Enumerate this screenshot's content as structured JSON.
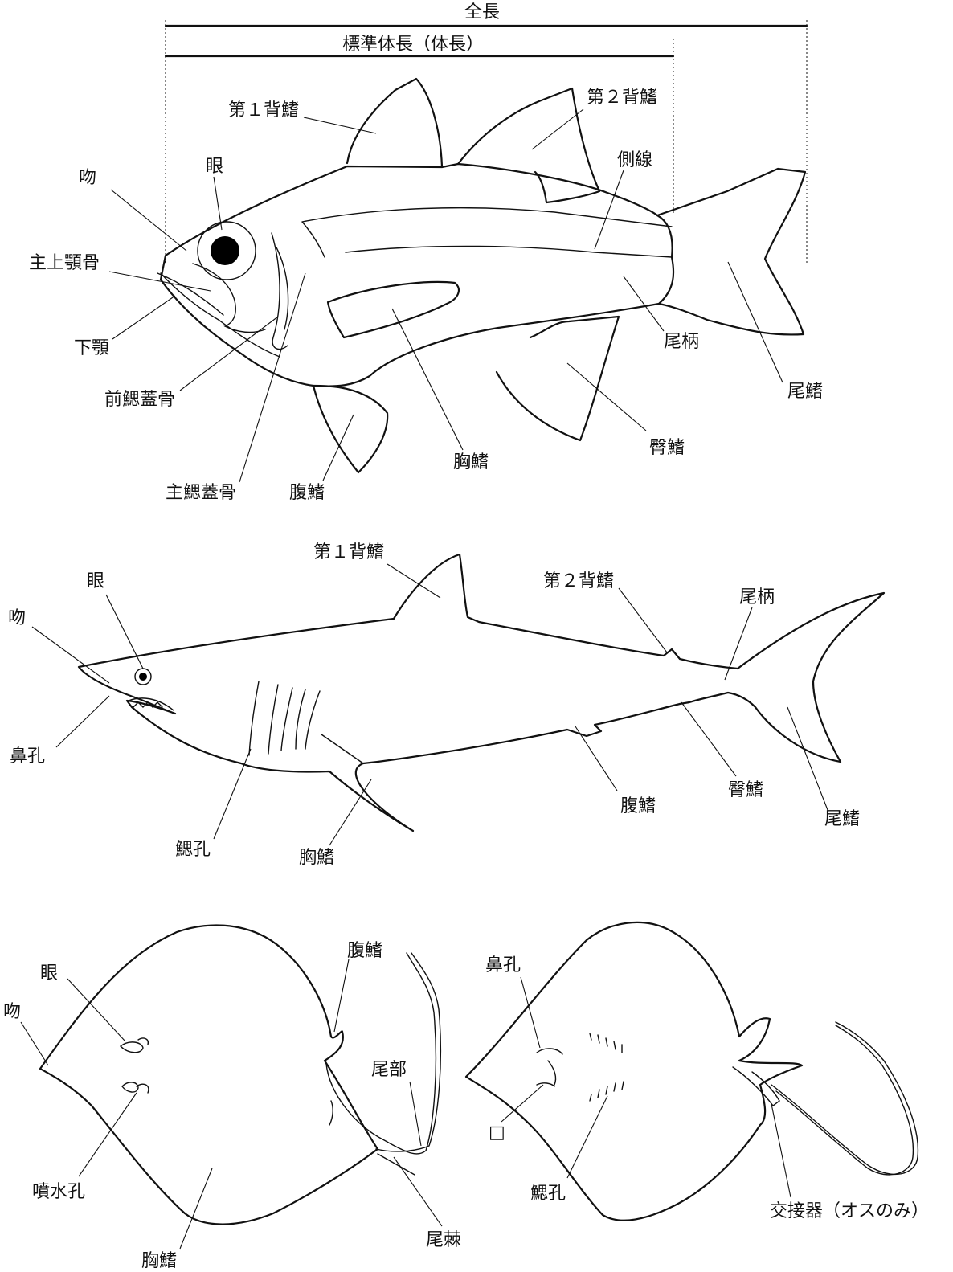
{
  "bony_fish": {
    "measurements": {
      "total_length": "全長",
      "standard_length": "標準体長（体長）"
    },
    "labels": {
      "first_dorsal_fin": "第１背鰭",
      "second_dorsal_fin": "第２背鰭",
      "eye": "眼",
      "snout": "吻",
      "lateral_line": "側線",
      "maxilla": "主上顎骨",
      "lower_jaw": "下顎",
      "preopercle": "前鰓蓋骨",
      "caudal_peduncle": "尾柄",
      "caudal_fin": "尾鰭",
      "anal_fin": "臀鰭",
      "pectoral_fin": "胸鰭",
      "opercle": "主鰓蓋骨",
      "pelvic_fin": "腹鰭"
    }
  },
  "shark": {
    "labels": {
      "first_dorsal_fin": "第１背鰭",
      "second_dorsal_fin": "第２背鰭",
      "eye": "眼",
      "snout": "吻",
      "caudal_peduncle": "尾柄",
      "nostril": "鼻孔",
      "pelvic_fin": "腹鰭",
      "anal_fin": "臀鰭",
      "caudal_fin": "尾鰭",
      "gill_slits": "鰓孔",
      "pectoral_fin": "胸鰭"
    }
  },
  "ray_dorsal": {
    "labels": {
      "eye": "眼",
      "pelvic_fin": "腹鰭",
      "snout": "吻",
      "tail": "尾部",
      "spiracle": "噴水孔",
      "tail_spine": "尾棘",
      "pectoral_fin": "胸鰭"
    }
  },
  "ray_ventral": {
    "labels": {
      "nostril": "鼻孔",
      "mouth_symbol": "□",
      "gill_slits": "鰓孔",
      "clasper": "交接器（オスのみ）"
    }
  }
}
